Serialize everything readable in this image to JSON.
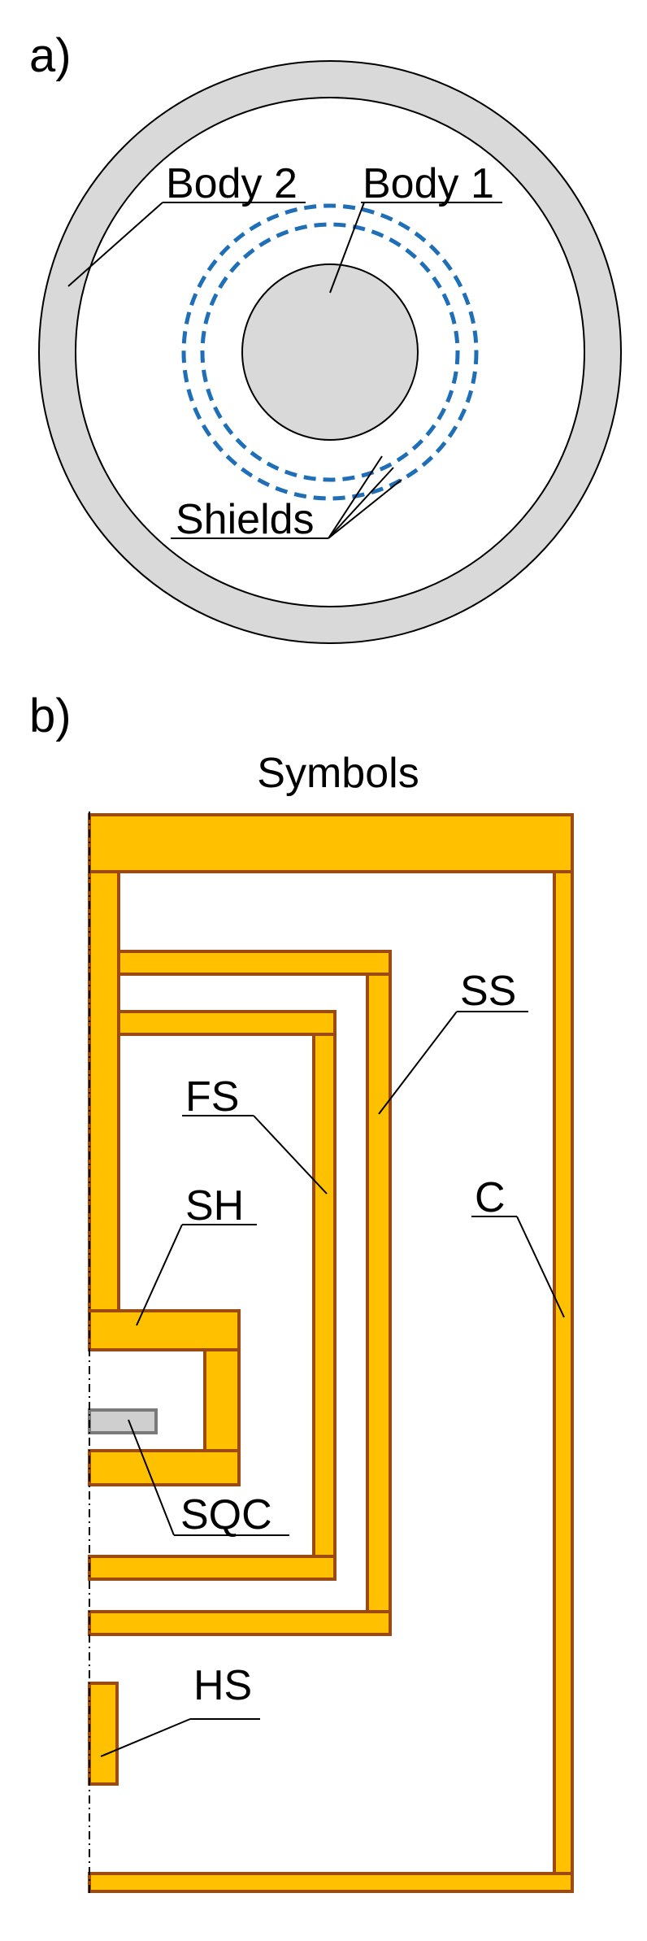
{
  "panel_a": {
    "tag": "a)",
    "labels": {
      "body2": "Body 2",
      "body1": "Body 1",
      "shields": "Shields"
    }
  },
  "panel_b": {
    "tag": "b)",
    "title": "Symbols",
    "labels": {
      "ss": "SS",
      "fs": "FS",
      "sh": "SH",
      "c": "C",
      "sqc": "SQC",
      "hs": "HS"
    }
  },
  "colors": {
    "body_fill": "#d9d9d9",
    "shield_dash": "#1f6fb8",
    "part_fill": "#ffc000",
    "part_stroke": "#9c4a10",
    "sqc_fill": "#cfcfcf",
    "sqc_stroke": "#7a7a7a"
  }
}
